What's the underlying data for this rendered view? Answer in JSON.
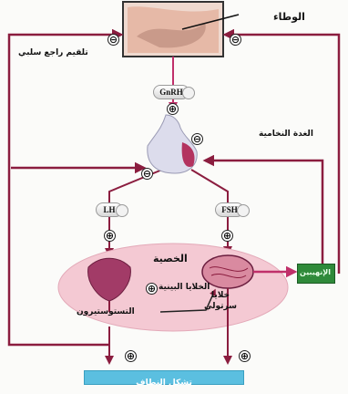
{
  "title": "",
  "labels": {
    "hypothalamus": "الوطاء",
    "negative_feedback": "تلقيم راجع سلبي",
    "gnrh": "GnRH",
    "pituitary": "الغدة النخامية",
    "lh": "LH",
    "fsh": "FSH",
    "testis": "الخصية",
    "leydig_cells": "الخلايا البينية",
    "sertoli_cells": "خلايا سرتولي",
    "testosterone": "التستوستيرون",
    "inhibin": "الإنهيبين",
    "spermatogenesis": "تشكل النطاف"
  },
  "signs": {
    "negative": "⊖",
    "positive": "⊕"
  },
  "colors": {
    "feedback_arrow": "#8b1d3f",
    "stimulus_arrow": "#c0306a",
    "testis_fill": "#f4c9d3",
    "inhibin_box": "#2f8a3a",
    "bottom_bar": "#5bbfe0",
    "leydig_fill": "#a23b67",
    "sertoli_fill": "#d98aa0"
  }
}
